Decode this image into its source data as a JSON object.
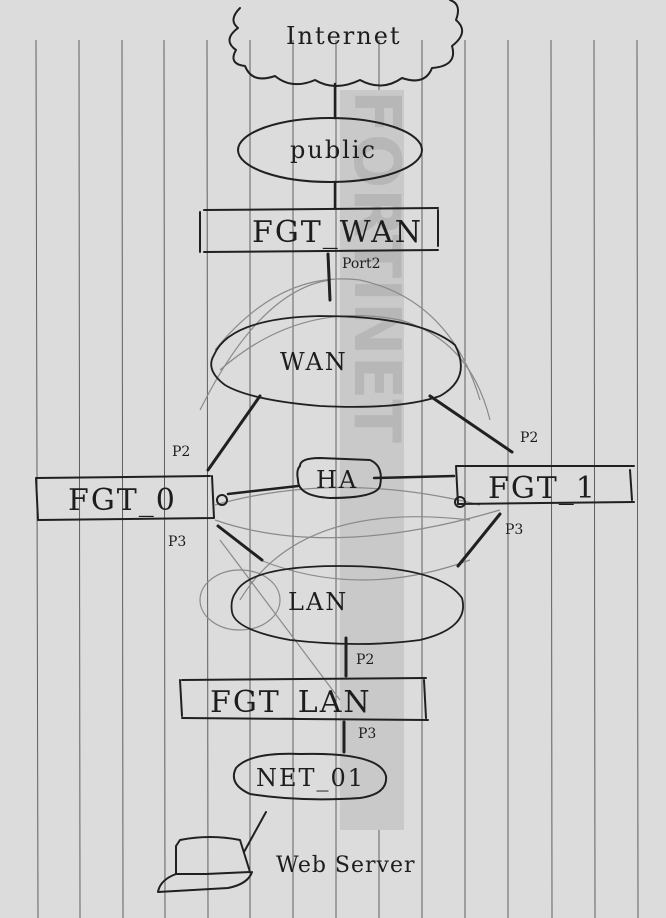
{
  "cloud_label": "Internet",
  "public_label": "public",
  "fgt_wan": {
    "label": "FGT_WAN",
    "port": "Port2"
  },
  "wan_label": "WAN",
  "ha_label": "HA",
  "fgt_0": {
    "label": "FGT_0",
    "p2": "P2",
    "p3": "P3"
  },
  "fgt_1": {
    "label": "FGT_1",
    "p2": "P2",
    "p3": "P3"
  },
  "lan_label": "LAN",
  "fgt_lan": {
    "label": "FGT_LAN",
    "p2": "P2",
    "p3": "P3"
  },
  "net01_label": "NET_01",
  "web_server_label": "Web Server",
  "watermark": "FORTINET",
  "colors": {
    "paper": "#dcdcdc",
    "ink": "#1d1d1d",
    "rule": "#5f5f5f",
    "watermark": "#b7b7b7"
  }
}
